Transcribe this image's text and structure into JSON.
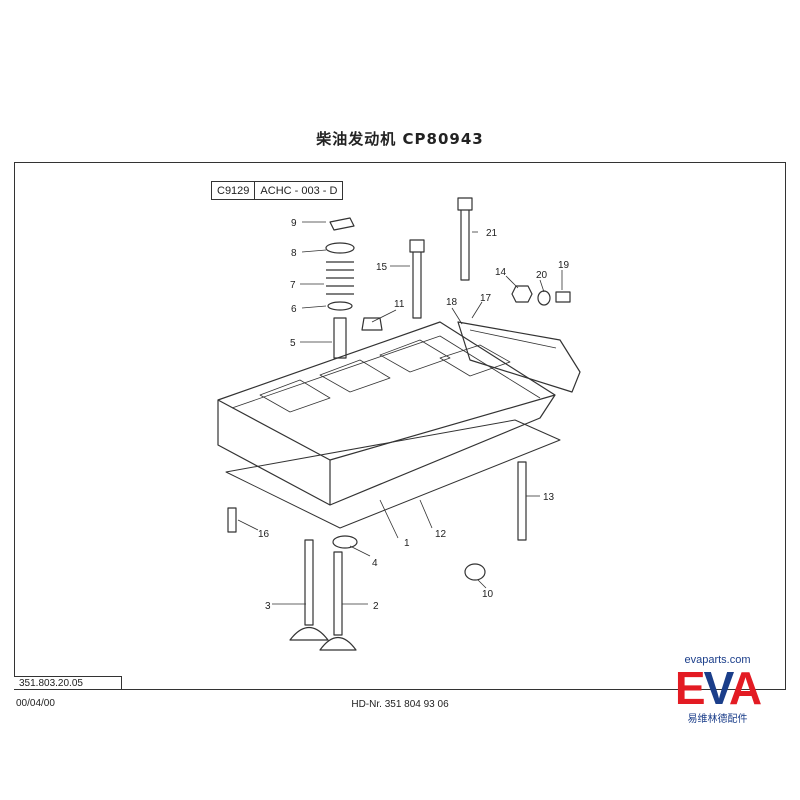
{
  "header": {
    "title": "柴油发动机 CP80943"
  },
  "codes": {
    "group": "C9129",
    "ref": "ACHC - 003 - D"
  },
  "footer": {
    "part_number": "351.803.20.05",
    "date": "00/04/00",
    "hd_number": "HD-Nr. 351 804 93 06"
  },
  "callouts": [
    "1",
    "2",
    "3",
    "4",
    "5",
    "6",
    "7",
    "8",
    "9",
    "10",
    "11",
    "12",
    "13",
    "14",
    "15",
    "16",
    "17",
    "18",
    "19",
    "20",
    "21"
  ],
  "logo": {
    "site": "evaparts.com",
    "letters": [
      "E",
      "V",
      "A"
    ],
    "subtitle": "易维林德配件"
  }
}
